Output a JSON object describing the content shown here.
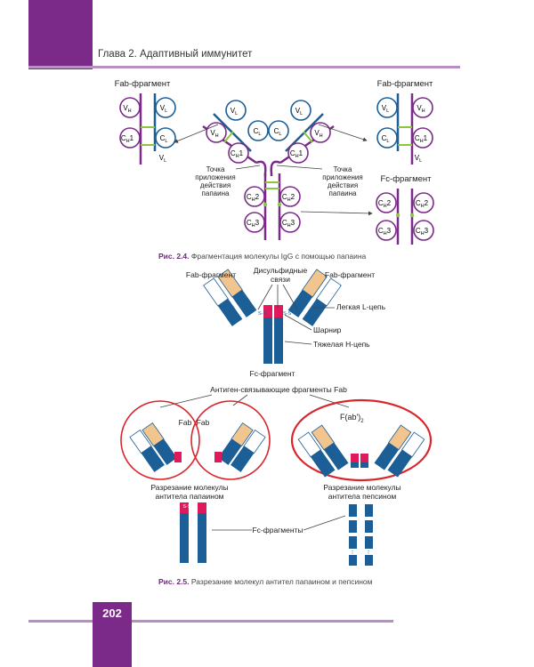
{
  "header": {
    "running_head": "Глава 2. Адаптивный иммунитет"
  },
  "fig24": {
    "fab_left": "Fab-фрагмент",
    "fab_right": "Fab-фрагмент",
    "fc_label": "Fc-фрагмент",
    "papain_left": [
      "Точка",
      "приложения",
      "действия",
      "папаина"
    ],
    "papain_right": [
      "Точка",
      "приложения",
      "действия",
      "папаина"
    ],
    "domains": {
      "vh": "V",
      "vl": "V",
      "cl": "C",
      "ch1": "C",
      "ch2": "C",
      "ch3": "C"
    },
    "subs": {
      "h": "H",
      "l": "L"
    },
    "nums": {
      "one": "1",
      "two": "2",
      "three": "3"
    },
    "vl_label": "V"
  },
  "caption24": {
    "label": "Рис. 2.4.",
    "text": "Фрагментация молекулы IgG с помощью папаина"
  },
  "fig25": {
    "fab_left": "Fab-фрагмент",
    "fab_right": "Fab-фрагмент",
    "disulfide": [
      "Дисульфидные",
      "связи"
    ],
    "light_chain": "Легкая L-цепь",
    "hinge": "Шарнир",
    "heavy_chain": "Тяжелая Н-цепь",
    "fc": "Fc-фрагмент",
    "antigen_binding": "Антиген-связывающие фрагменты Fab",
    "fab_a": "Fab",
    "fab_b": "Fab",
    "fab2": "F(ab')",
    "fab2_sub": "2",
    "ss": "S-S",
    "papain_cut": [
      "Разрезание молекулы",
      "антитела папаином"
    ],
    "pepsin_cut": [
      "Разрезание молекулы",
      "антитела пепсином"
    ],
    "fc_fragments": "Fc-фрагменты"
  },
  "caption25": {
    "label": "Рис. 2.5.",
    "text": "Разрезание молекул антител папаином и пепсином"
  },
  "footer": {
    "page_number": "202"
  },
  "colors": {
    "purple": "#7b2a8a",
    "lilac": "#b98ec4",
    "blue": "#1c5e96",
    "green": "#8cc63f",
    "red": "#d9262c",
    "pink": "#e0195a",
    "tan": "#f3c58e"
  }
}
